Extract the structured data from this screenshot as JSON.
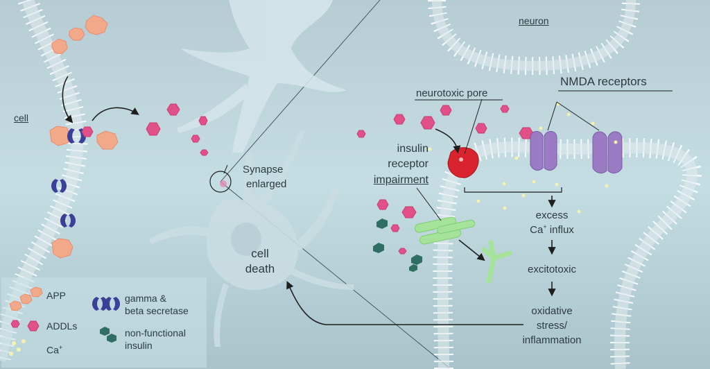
{
  "labels": {
    "neuron": "neuron",
    "cell": "cell",
    "nmda": "NMDA receptors",
    "pore": "neurotoxic pore",
    "insulin_1": "insulin",
    "insulin_2": "receptor",
    "insulin_3": "impairment",
    "synapse_1": "Synapse",
    "synapse_2": "enlarged",
    "death_1": "cell",
    "death_2": "death",
    "excess_1": "excess",
    "excess_2": "Ca",
    "excess_sup": "+",
    "excess_3": " influx",
    "excitotoxic": "excitotoxic",
    "oxid_1": "oxidative",
    "oxid_2": "stress/",
    "oxid_3": "inflammation"
  },
  "legend": {
    "app": "APP",
    "addls": "ADDLs",
    "ca": "Ca",
    "ca_sup": "+",
    "secretase_1": "gamma &",
    "secretase_2": "beta secretase",
    "insulin_1": "non-functional",
    "insulin_2": "insulin"
  },
  "colors": {
    "background": "#b9d3da",
    "membrane": "#eef4f6",
    "app": "#f2a98a",
    "addl": "#e2508a",
    "secretase": "#3a3f97",
    "insulin": "#2f6e62",
    "nmda": "#9b7bc4",
    "pore": "#d9232f",
    "receptor": "#a6e39a",
    "calcium": "#f4f2b0"
  }
}
